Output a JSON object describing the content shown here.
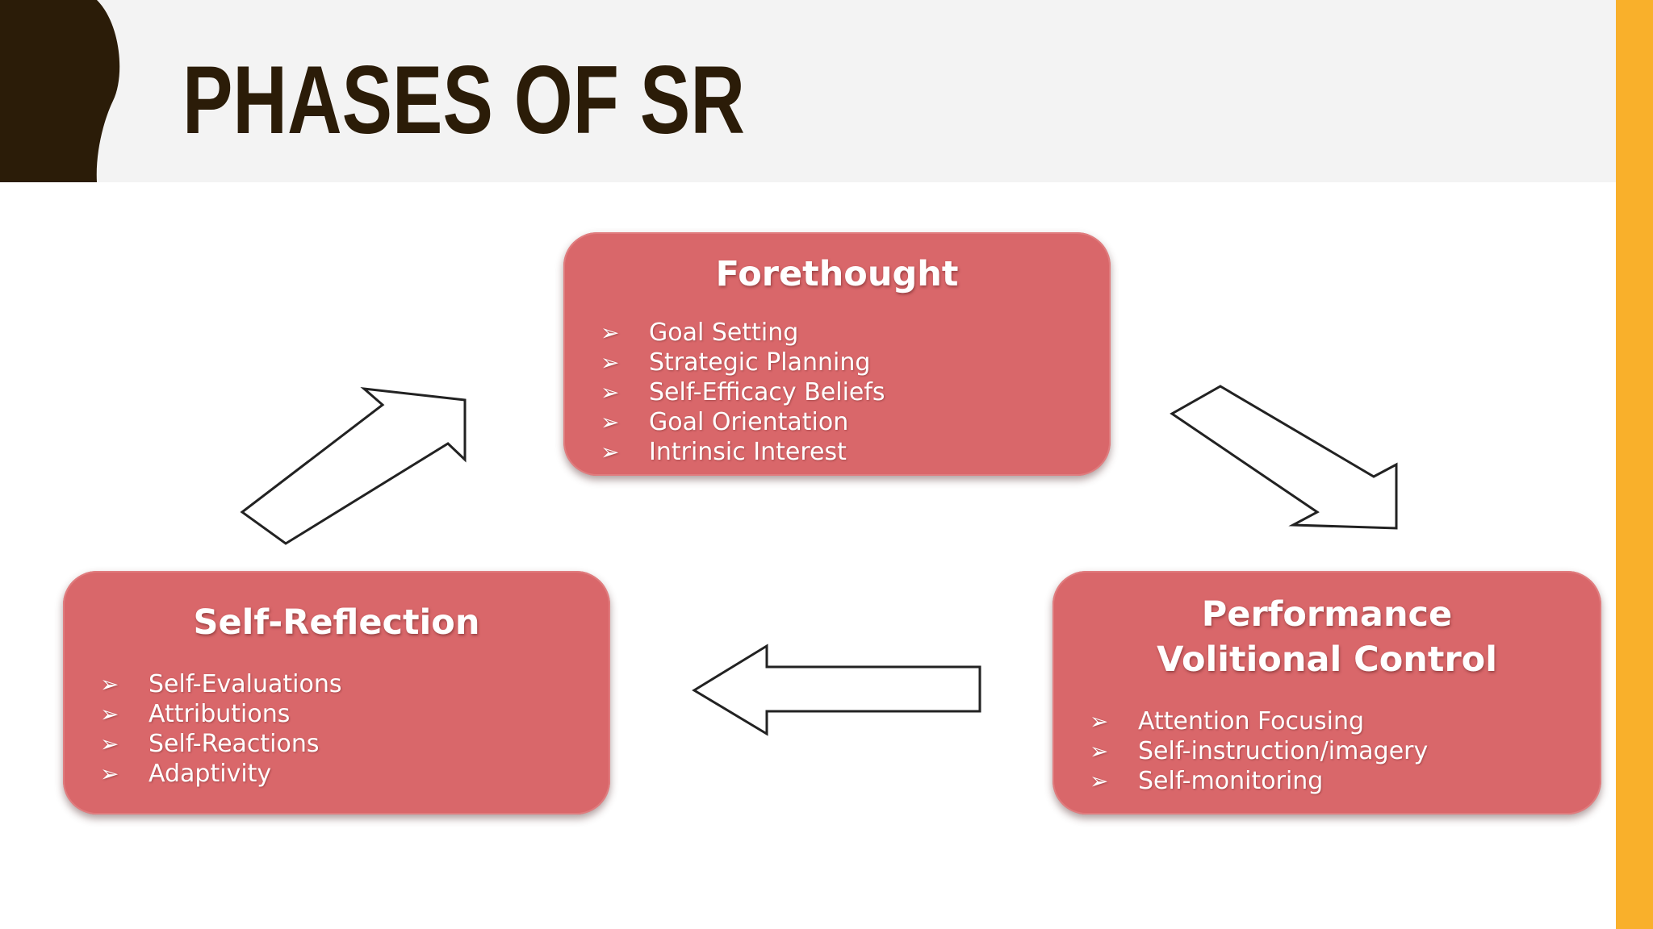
{
  "slide": {
    "title": "PHASES OF SR",
    "colors": {
      "header_background": "#f3f3f3",
      "header_shape": "#2b1c08",
      "title_text": "#2b1c08",
      "accent_bar": "#f9b02b",
      "box_fill": "#d9676a",
      "box_text": "#ffffff",
      "arrow_fill": "#ffffff",
      "arrow_stroke": "#222222"
    }
  },
  "diagram": {
    "bullet_glyph": "➢",
    "phases": [
      {
        "title_lines": [
          "Forethought"
        ],
        "items": [
          "Goal Setting",
          "Strategic Planning",
          "Self-Efficacy Beliefs",
          "Goal Orientation",
          "Intrinsic Interest"
        ]
      },
      {
        "title_lines": [
          "Performance",
          "Volitional Control"
        ],
        "items": [
          "Attention Focusing",
          "Self-instruction/imagery",
          "Self-monitoring"
        ]
      },
      {
        "title_lines": [
          "Self-Reflection"
        ],
        "items": [
          "Self-Evaluations",
          "Attributions",
          "Self-Reactions",
          "Adaptivity"
        ]
      }
    ],
    "arrows": [
      {
        "from": "Forethought",
        "to": "Performance Volitional Control",
        "icon": "down-right-arrow-icon"
      },
      {
        "from": "Performance Volitional Control",
        "to": "Self-Reflection",
        "icon": "left-arrow-icon"
      },
      {
        "from": "Self-Reflection",
        "to": "Forethought",
        "icon": "up-right-arrow-icon"
      }
    ]
  }
}
